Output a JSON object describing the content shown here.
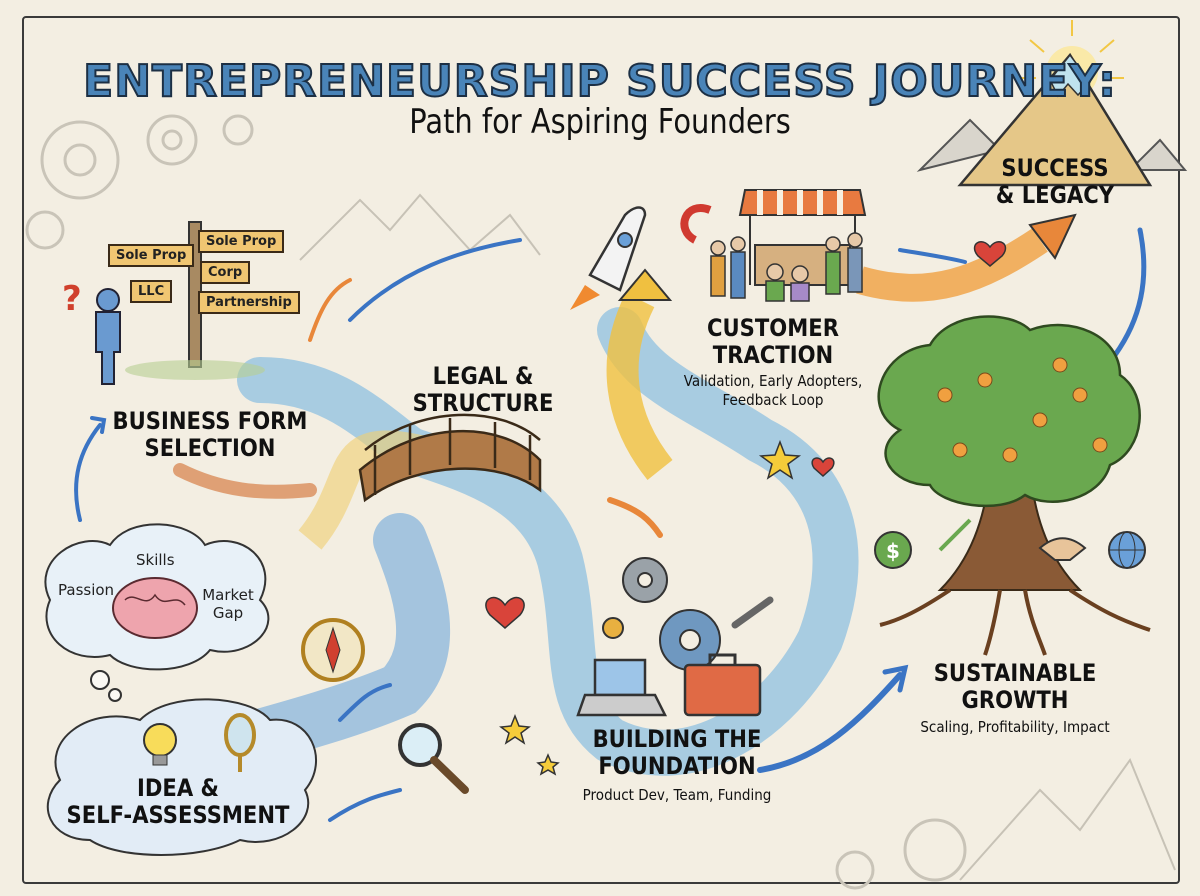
{
  "header": {
    "title": "ENTREPRENEURSHIP SUCCESS JOURNEY:",
    "subtitle": "Path for Aspiring Founders"
  },
  "signpost": {
    "signs": [
      "Sole Prop",
      "Sole Prop",
      "Corp",
      "LLC",
      "Partnership"
    ]
  },
  "thought_cloud": {
    "words": [
      "Skills",
      "Passion",
      "Market Gap"
    ]
  },
  "stages": [
    {
      "title_line1": "IDEA &",
      "title_line2": "SELF-ASSESSMENT",
      "detail": ""
    },
    {
      "title_line1": "BUSINESS FORM",
      "title_line2": "SELECTION",
      "detail": ""
    },
    {
      "title_line1": "LEGAL &",
      "title_line2": "STRUCTURE",
      "detail": ""
    },
    {
      "title_line1": "BUILDING THE",
      "title_line2": "FOUNDATION",
      "detail": "Product Dev, Team, Funding"
    },
    {
      "title_line1": "CUSTOMER",
      "title_line2": "TRACTION",
      "detail_line1": "Validation, Early Adopters,",
      "detail_line2": "Feedback Loop"
    },
    {
      "title_line1": "SUSTAINABLE",
      "title_line2": "GROWTH",
      "detail": "Scaling, Profitability, Impact"
    },
    {
      "title_line1": "SUCCESS",
      "title_line2": "& LEGACY",
      "detail": ""
    }
  ],
  "colors": {
    "title_fill": "#4a84b8",
    "river": "#7fb3d8",
    "arrow_blue": "#3a74c4",
    "arrow_orange": "#e8873a",
    "arrow_yellow": "#f0c040",
    "tree_green": "#6aa84f",
    "paper": "#f3eee2"
  },
  "icons": [
    "signpost-icon",
    "question-mark-icon",
    "person-icon",
    "brain-icon",
    "lightbulb-icon",
    "mirror-icon",
    "magnifier-icon",
    "compass-icon",
    "bridge-icon",
    "rocket-icon",
    "magnet-icon",
    "market-stall-icon",
    "gear-icon",
    "laptop-icon",
    "toolbox-icon",
    "wrench-icon",
    "star-icon",
    "heart-icon",
    "tree-icon",
    "dollar-icon",
    "handshake-icon",
    "globe-icon",
    "mountain-icon",
    "sun-icon"
  ]
}
